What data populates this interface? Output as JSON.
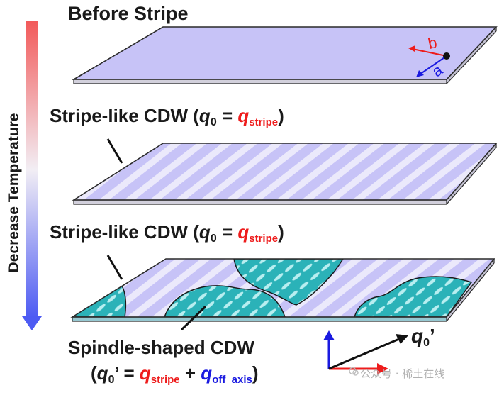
{
  "labels": {
    "before_stripe": "Before Stripe",
    "decrease_temperature": "Decrease Temperature",
    "stripe1": {
      "prefix": "Stripe-like CDW (",
      "q": "q",
      "q_sub": "0",
      "eq": " = ",
      "q_stripe": "q",
      "q_stripe_sub": "stripe",
      "close": ")"
    },
    "stripe2": {
      "prefix": "Stripe-like CDW (",
      "q": "q",
      "q_sub": "0",
      "eq": " = ",
      "q_stripe": "q",
      "q_stripe_sub": "stripe",
      "close": ")"
    },
    "spindle_title": "Spindle-shaped CDW",
    "spindle_eq": {
      "open": "(",
      "q": "q",
      "q_sub": "0",
      "prime": "’",
      "eq": " = ",
      "q_stripe": "q",
      "q_stripe_sub": "stripe",
      "plus": " + ",
      "q_off": "q",
      "q_off_sub": "off_axis",
      "close": ")"
    },
    "axis_b": "b",
    "axis_a": "a",
    "vector_q": "q",
    "vector_q_sub": "0",
    "vector_q_prime": "’"
  },
  "watermark": "公众号 · 稀土在线",
  "colors": {
    "slab_top": "#c7c3f7",
    "slab_edge": "#d2d0dc",
    "stripe_light": "#ebe9fb",
    "domain_fill": "#2bb2b8",
    "domain_spindle": "#b8eef0",
    "red": "#ee1c1c",
    "blue": "#1a1ae0",
    "gradient_top": "#f25a5a",
    "gradient_bottom": "#4d5bf3"
  },
  "icons": [
    "temperature-gradient-arrow",
    "lattice-axes",
    "q-vector-diagram"
  ]
}
